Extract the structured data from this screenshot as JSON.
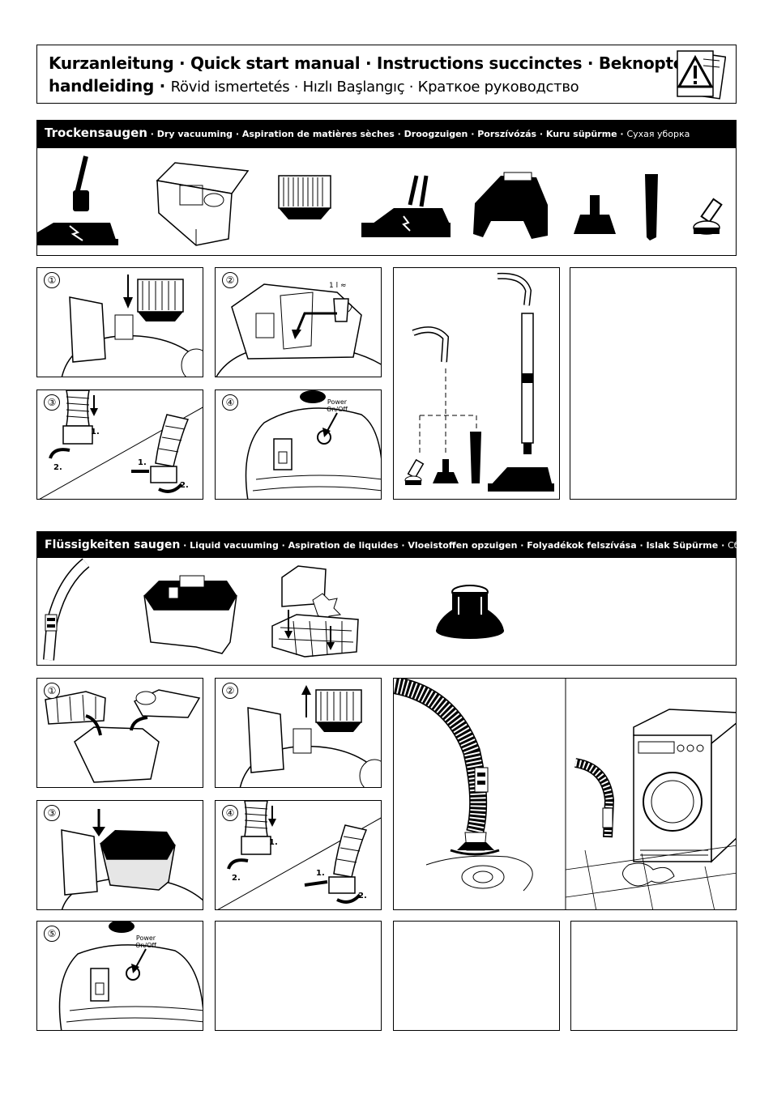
{
  "header": {
    "title_line1": "Kurzanleitung · Quick start manual · Instructions succinctes · Beknopte",
    "title_line2_a": "handleiding · ",
    "title_line2_b": "Rövid ismertetés · Hızlı Başlangıç  · Краткое руководство"
  },
  "dry": {
    "heading": "Trockensaugen",
    "subheading": " · Dry vacuuming · Aspiration de matières sèches · Droogzuigen · Porszívózás · Kuru süpürme · ",
    "subheading_ru": "Сухая уборка",
    "steps": [
      "①",
      "②",
      "③",
      "④"
    ],
    "step2_label": "1 l ≈",
    "power_label_1": "Power",
    "power_label_2": "On/Off",
    "label_1": "1.",
    "label_2": "2."
  },
  "wet": {
    "heading": "Flüssigkeiten saugen",
    "subheading": " · Liquid vacuuming · Aspiration de liquides · Vloeistoffen opzuigen · Folyadékok felszívása · Islak Süpürme · ",
    "subheading_ru": "Сбор жидкостей",
    "steps": [
      "①",
      "②",
      "③",
      "④",
      "⑤"
    ],
    "power_label_1": "Power",
    "power_label_2": "On/Off",
    "label_1": "1.",
    "label_2": "2."
  },
  "colors": {
    "ink": "#000000",
    "paper": "#ffffff",
    "shade": "#e6e6e6"
  }
}
